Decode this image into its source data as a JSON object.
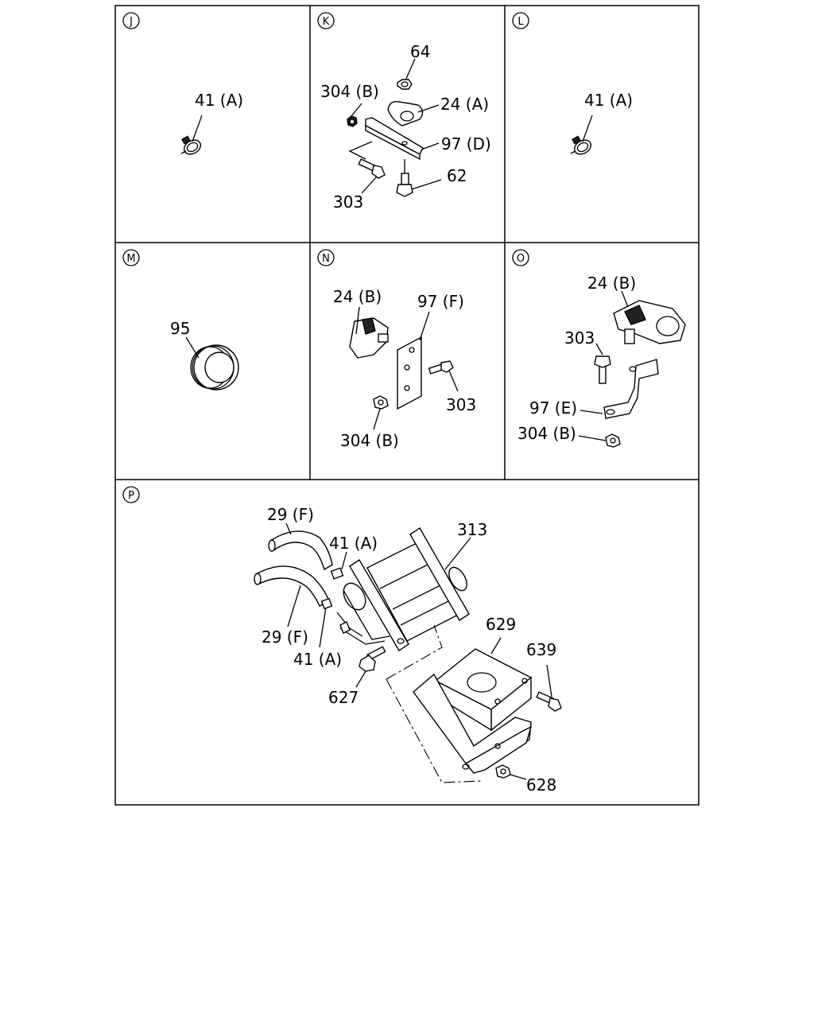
{
  "panels": [
    {
      "id": "J",
      "labels": [
        "41 (A)"
      ]
    },
    {
      "id": "K",
      "labels": [
        "64",
        "304 (B)",
        "24 (A)",
        "97 (D)",
        "303",
        "62"
      ]
    },
    {
      "id": "L",
      "labels": [
        "41 (A)"
      ]
    },
    {
      "id": "M",
      "labels": [
        "95"
      ]
    },
    {
      "id": "N",
      "labels": [
        "24 (B)",
        "97 (F)",
        "303",
        "304 (B)"
      ]
    },
    {
      "id": "O",
      "labels": [
        "24 (B)",
        "303",
        "97 (E)",
        "304 (B)"
      ]
    },
    {
      "id": "P",
      "labels": [
        "29 (F)",
        "41 (A)",
        "313",
        "29 (F)",
        "41 (A)",
        "629",
        "639",
        "627",
        "628"
      ]
    }
  ]
}
